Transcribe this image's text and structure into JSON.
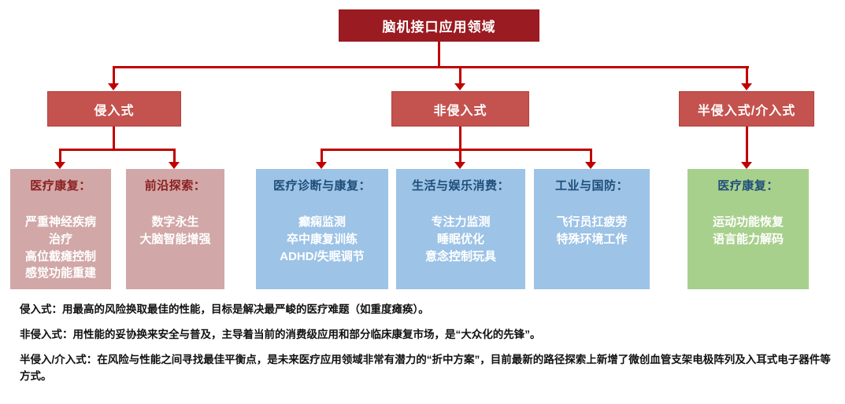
{
  "colors": {
    "root_bg": "#9A1B21",
    "branch_bg": "#C4524E",
    "arrow": "#C00000",
    "pink_bg": "#D2A7A7",
    "pink_title": "#8B2020",
    "blue_bg": "#9DC3E6",
    "blue_title": "#1F4E79",
    "green_bg": "#A8D08D",
    "green_title": "#1F4E79",
    "body_text": "#FFFFFF"
  },
  "tree": {
    "root": {
      "label": "脑机接口应用领域"
    },
    "branches": [
      {
        "label": "侵入式"
      },
      {
        "label": "非侵入式"
      },
      {
        "label": "半侵入式/介入式"
      }
    ],
    "leaves": [
      {
        "title": "医疗康复：",
        "items": [
          "严重神经疾病治疗",
          "高位截瘫控制",
          "感觉功能重建"
        ]
      },
      {
        "title": "前沿探索：",
        "items": [
          "数字永生",
          "大脑智能增强"
        ]
      },
      {
        "title": "医疗诊断与康复：",
        "items": [
          "癫痫监测",
          "卒中康复训练",
          "ADHD/失眠调节"
        ]
      },
      {
        "title": "生活与娱乐消费：",
        "items": [
          "专注力监测",
          "睡眠优化",
          "意念控制玩具"
        ]
      },
      {
        "title": "工业与国防：",
        "items": [
          "飞行员扛疲劳",
          "特殊环境工作"
        ]
      },
      {
        "title": "医疗康复：",
        "items": [
          "运动功能恢复",
          "语言能力解码"
        ]
      }
    ]
  },
  "notes": [
    "侵入式：用最高的风险换取最佳的性能，目标是解决最严峻的医疗难题（如重度瘫痪）。",
    "非侵入式：用性能的妥协换来安全与普及，主导着当前的消费级应用和部分临床康复市场，是“大众化的先锋”。",
    "半侵入/介入式：在风险与性能之间寻找最佳平衡点，是未来医疗应用领域非常有潜力的“折中方案”，目前最新的路径探索上新增了微创血管支架电极阵列及入耳式电子器件等方式。"
  ]
}
